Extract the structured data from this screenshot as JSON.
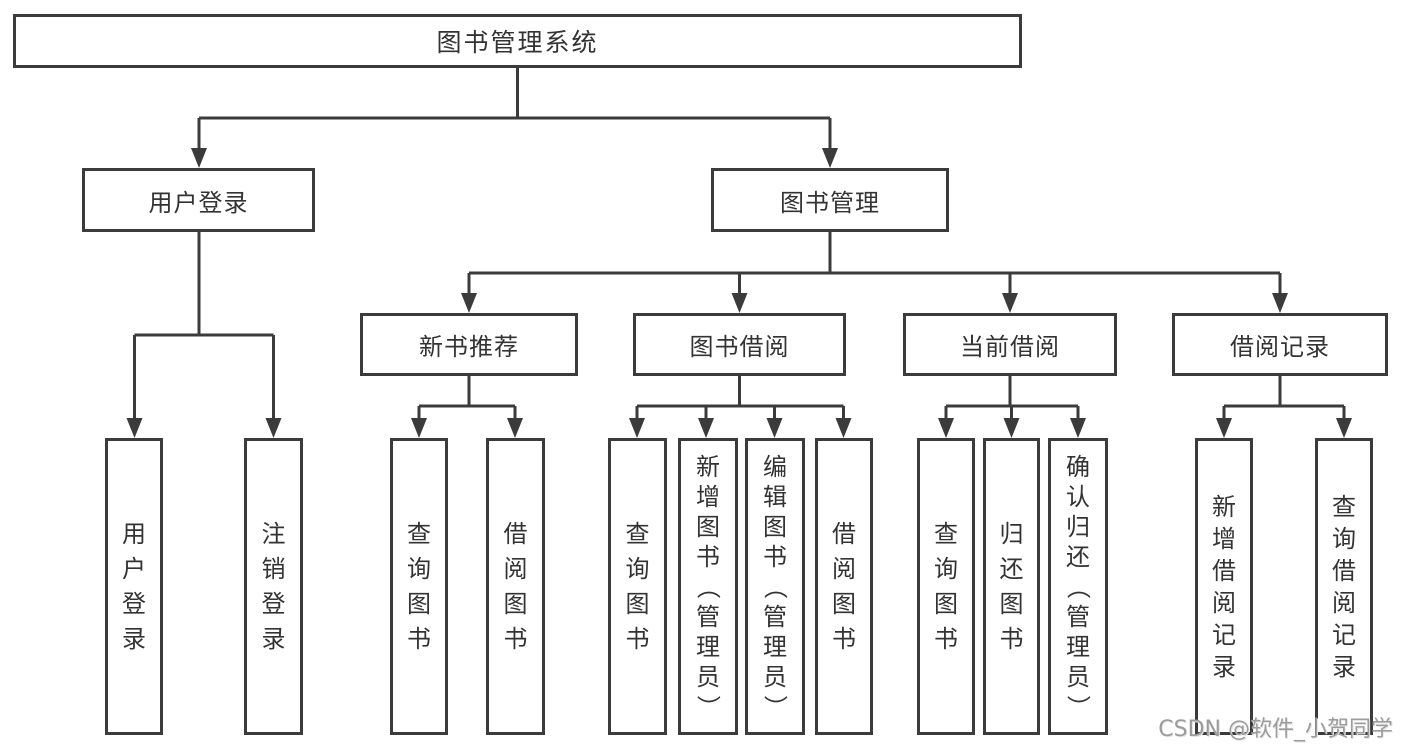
{
  "tree": {
    "root": {
      "label": "图书管理系统"
    },
    "branches": [
      {
        "label": "用户登录",
        "children": [
          {
            "label": "用户登录"
          },
          {
            "label": "注销登录"
          }
        ]
      },
      {
        "label": "图书管理",
        "children": [
          {
            "label": "新书推荐",
            "children": [
              {
                "label": "查询图书"
              },
              {
                "label": "借阅图书"
              }
            ]
          },
          {
            "label": "图书借阅",
            "children": [
              {
                "label": "查询图书"
              },
              {
                "label": "新增图书（管理员）"
              },
              {
                "label": "编辑图书（管理员）"
              },
              {
                "label": "借阅图书"
              }
            ]
          },
          {
            "label": "当前借阅",
            "children": [
              {
                "label": "查询图书"
              },
              {
                "label": "归还图书"
              },
              {
                "label": "确认归还（管理员）"
              }
            ]
          },
          {
            "label": "借阅记录",
            "children": [
              {
                "label": "新增借阅记录"
              },
              {
                "label": "查询借阅记录"
              }
            ]
          }
        ]
      }
    ]
  },
  "watermark": {
    "text": "CSDN @软件_小贺同学"
  },
  "colors": {
    "line": "#3b3b3b",
    "text": "#333333",
    "watermark": "#9c9c9c",
    "background": "#ffffff"
  }
}
